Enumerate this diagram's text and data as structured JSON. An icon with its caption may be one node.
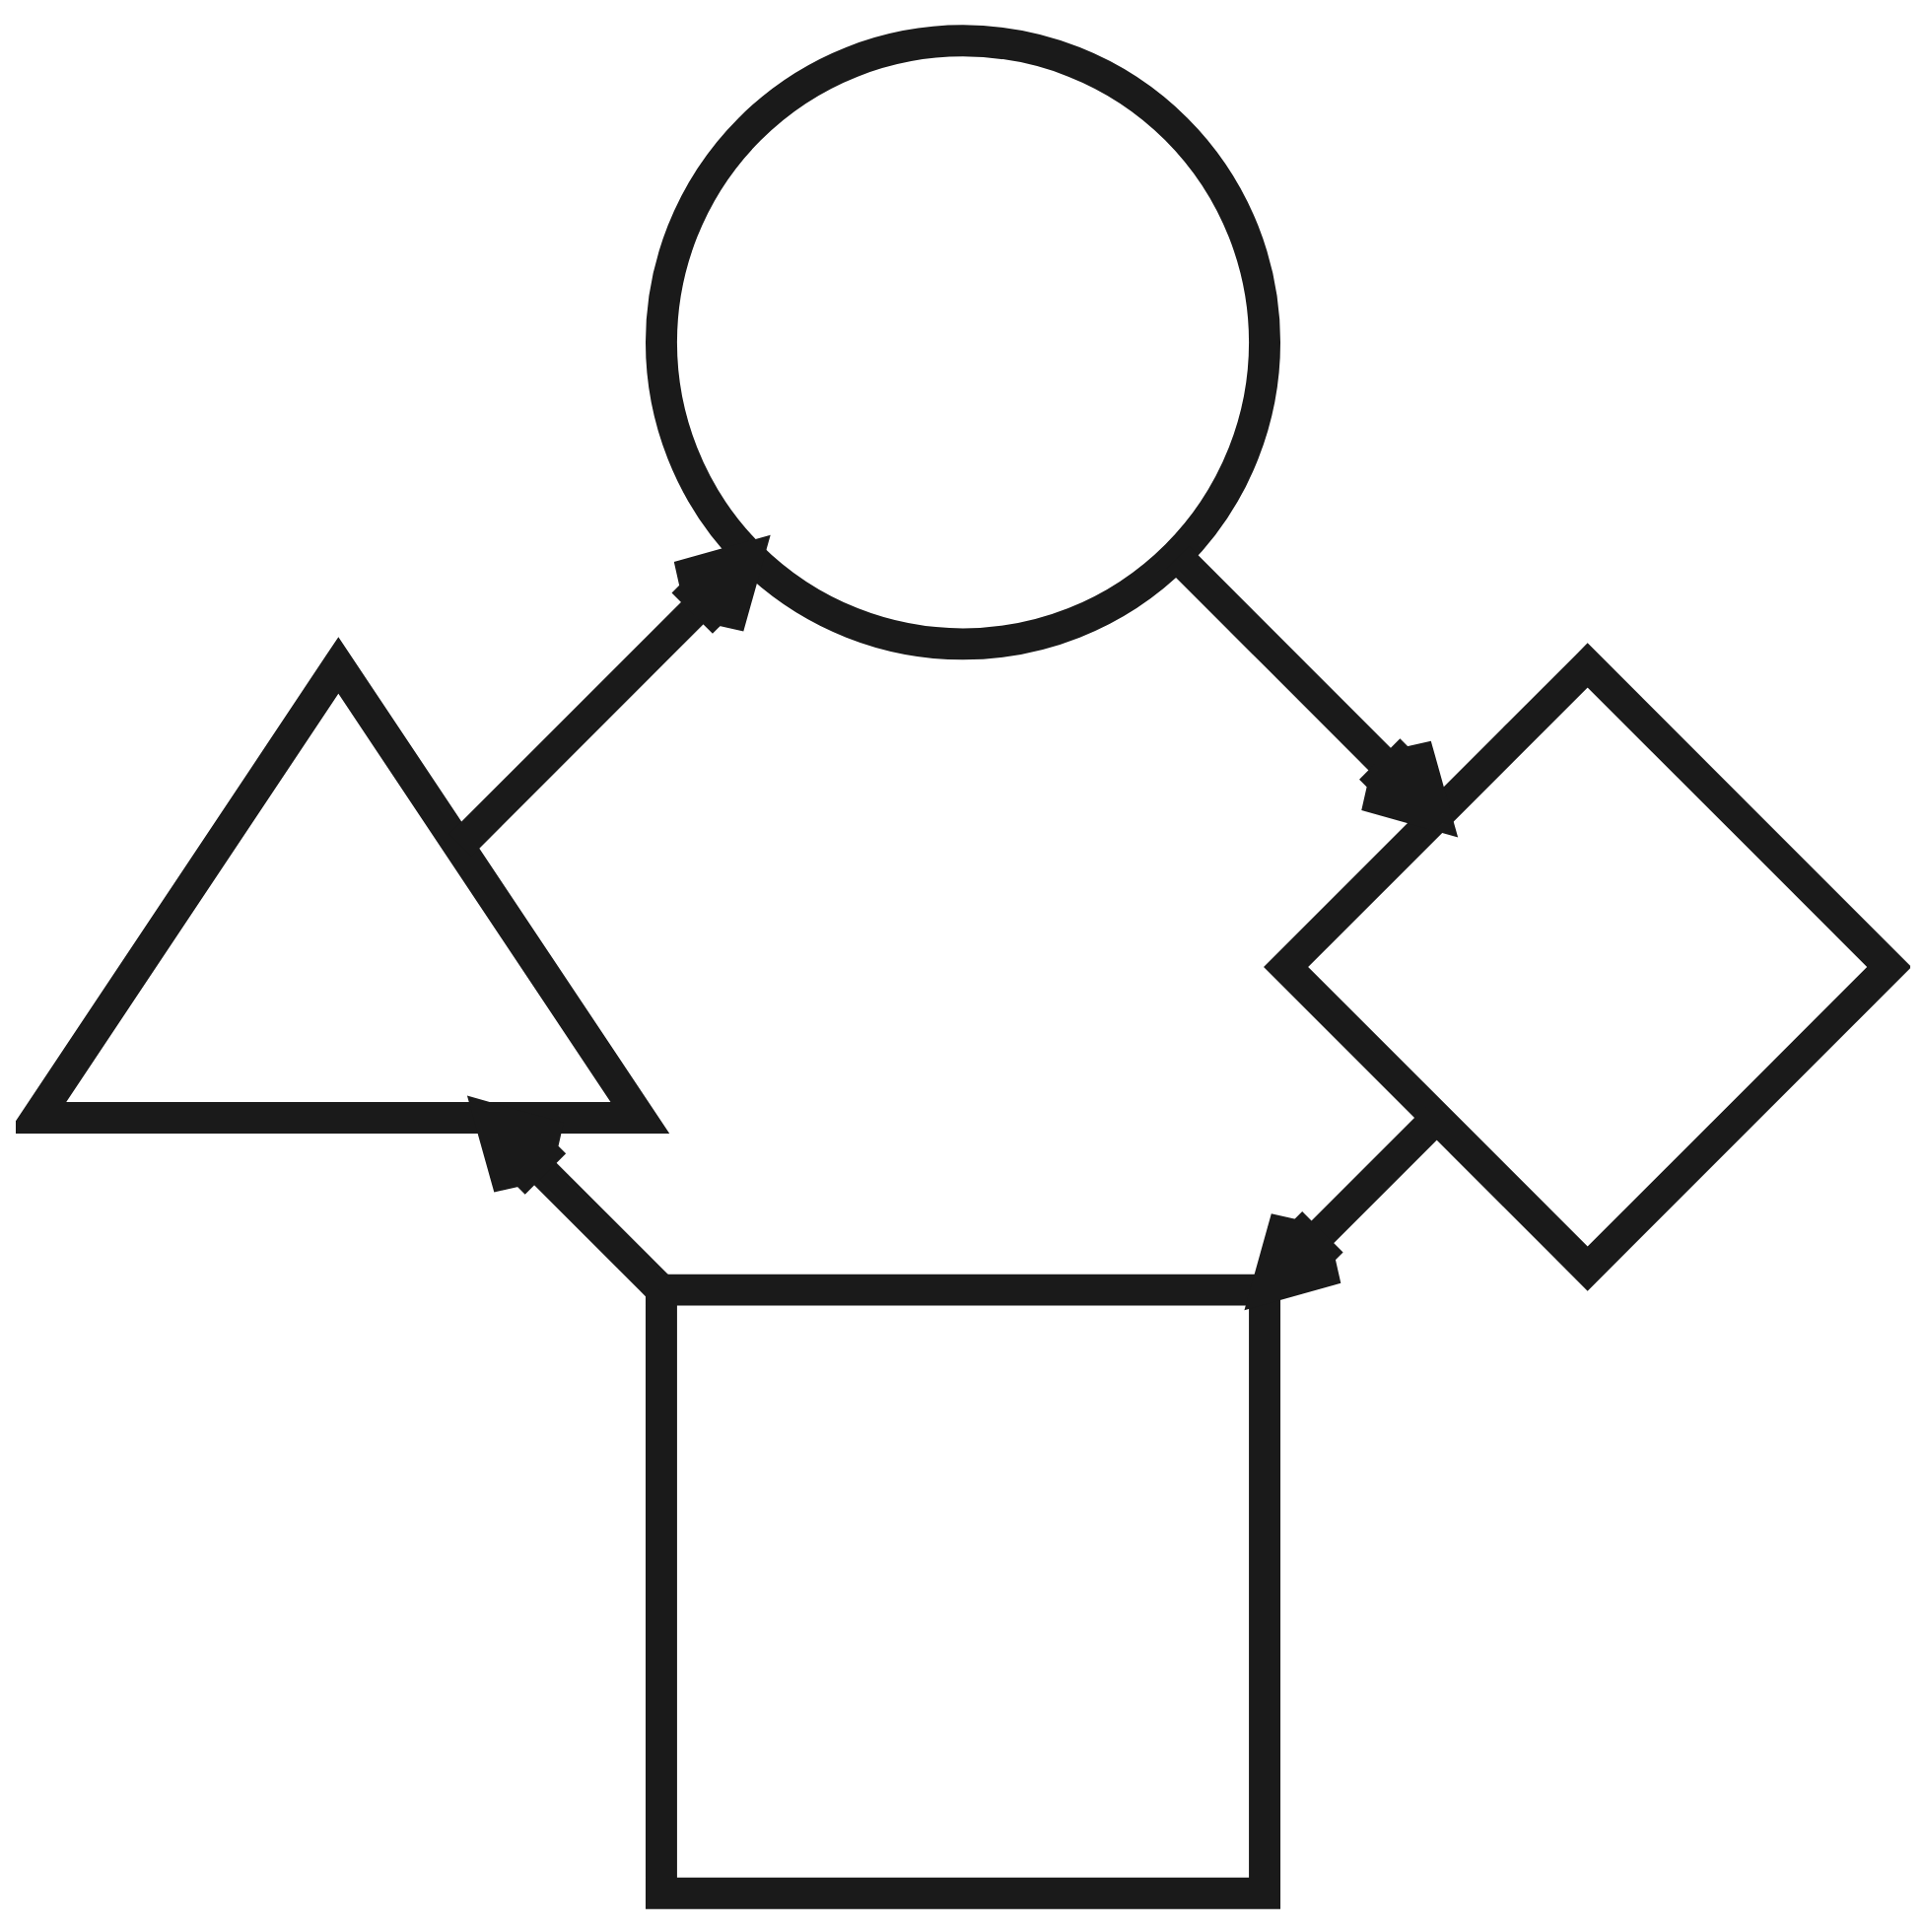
{
  "diagram": {
    "nodes": [
      {
        "text": [],
        "shape": "box"
      },
      {
        "text": [],
        "shape": "diamond"
      },
      {
        "text": [],
        "shape": "triangle"
      },
      {
        "text": [],
        "shape": "circle"
      }
    ],
    "edges": [
      {
        "from": 0,
        "to": 2,
        "arrow": "to"
      },
      {
        "from": 2,
        "to": 3,
        "arrow": "to"
      },
      {
        "from": 3,
        "to": 1,
        "arrow": "to"
      },
      {
        "from": 1,
        "to": 0,
        "arrow": "to"
      }
    ]
  }
}
